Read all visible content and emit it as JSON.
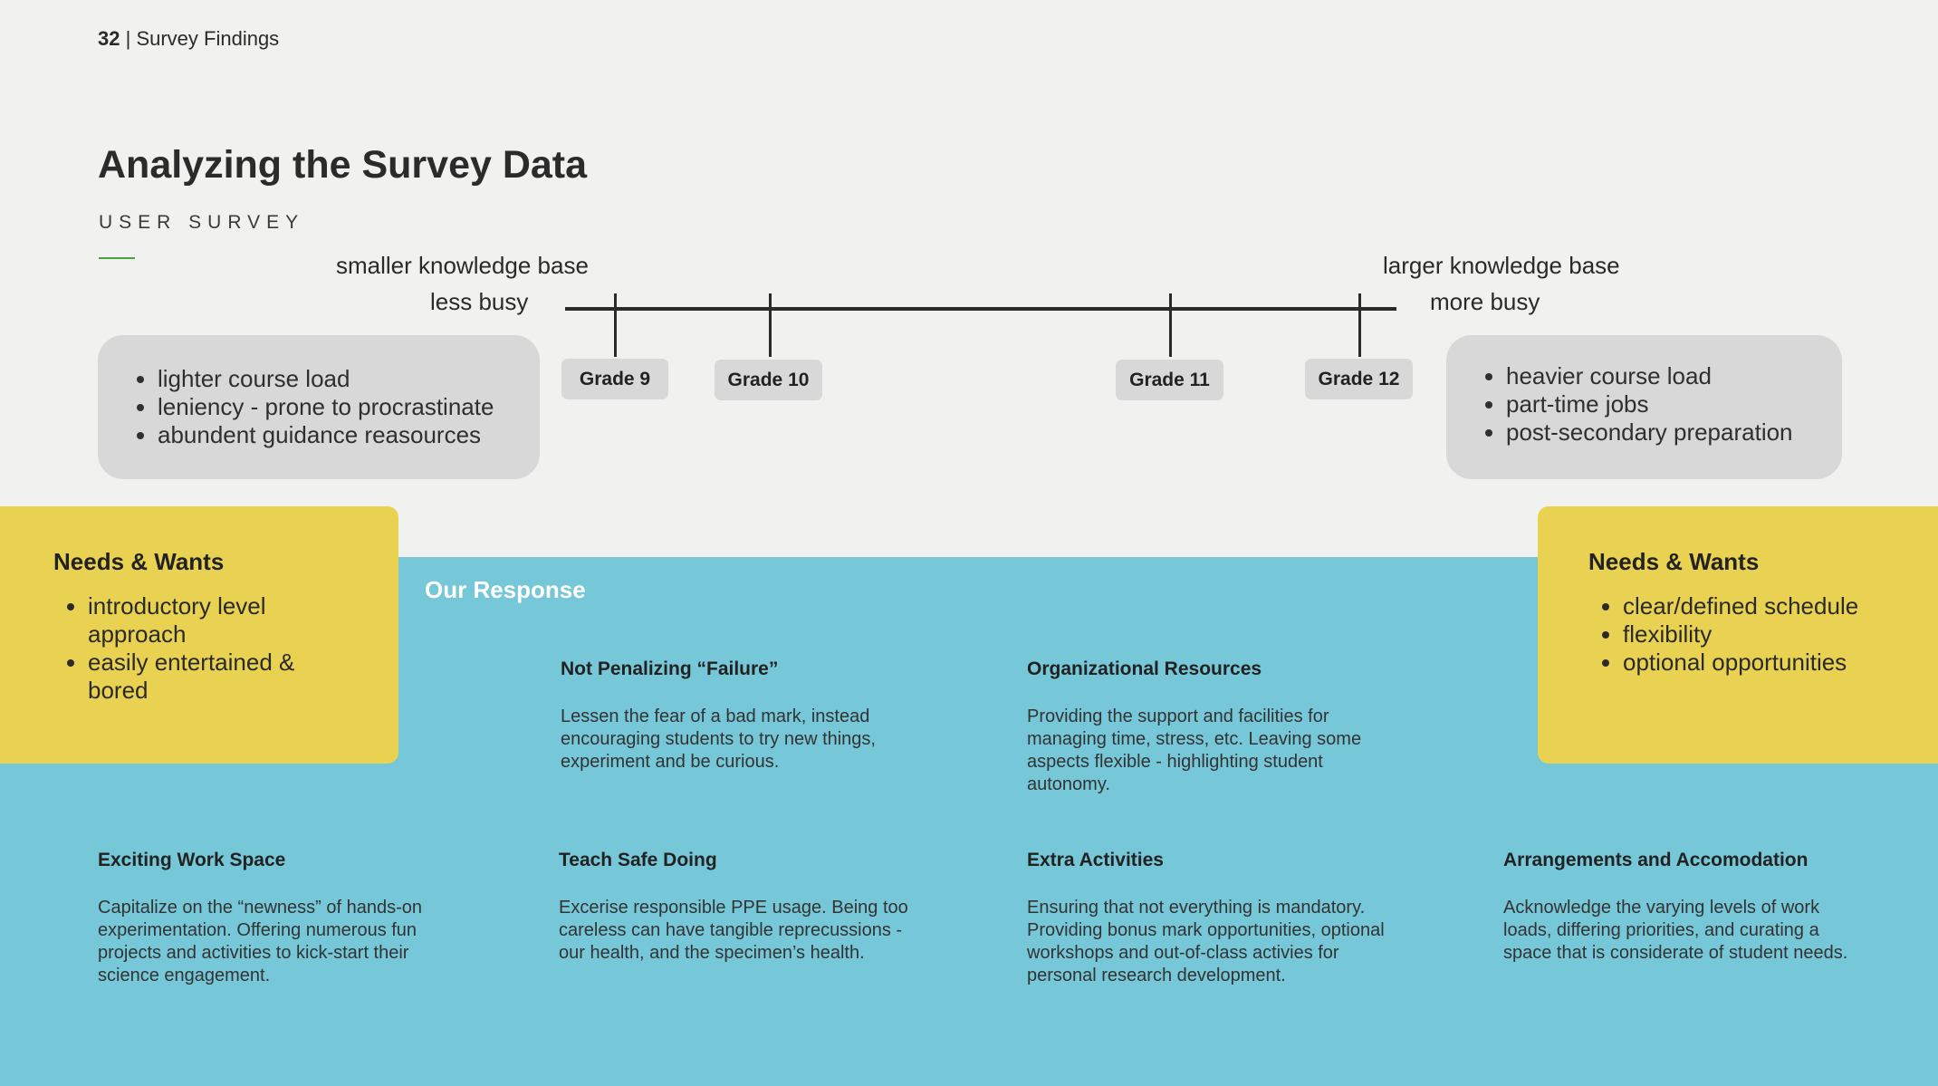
{
  "header": {
    "page_number": "32",
    "separator": " | ",
    "section": "Survey Findings"
  },
  "title": "Analyzing the Survey Data",
  "subtitle": "USER SURVEY",
  "timeline": {
    "left_label_1": "smaller knowledge base",
    "left_label_2": "less busy",
    "right_label_1": "larger knowledge base",
    "right_label_2": "more busy",
    "grades": [
      "Grade 9",
      "Grade 10",
      "Grade 11",
      "Grade 12"
    ]
  },
  "left_notes": [
    "lighter course load",
    "leniency - prone to procrastinate",
    "abundent guidance reasources"
  ],
  "right_notes": [
    "heavier course load",
    "part-time jobs",
    "post-secondary preparation"
  ],
  "needs_left": {
    "heading": "Needs & Wants",
    "items": [
      "introductory level approach",
      "easily entertained & bored"
    ]
  },
  "needs_right": {
    "heading": "Needs & Wants",
    "items": [
      "clear/defined schedule",
      "flexibility",
      "optional opportunities"
    ]
  },
  "response": {
    "title": "Our Response",
    "cards": [
      {
        "heading": "Not Penalizing “Failure”",
        "body": "Lessen the fear of a bad mark, instead encouraging students to try new things, experiment and be curious."
      },
      {
        "heading": "Organizational Resources",
        "body": "Providing the support and facilities for managing time, stress, etc. Leaving some aspects flexible - highlighting student autonomy."
      },
      {
        "heading": "Exciting Work Space",
        "body": "Capitalize on the “newness” of hands-on experimentation. Offering numerous fun projects and activities to kick-start their science engagement."
      },
      {
        "heading": "Teach Safe Doing",
        "body": "Excerise responsible PPE usage. Being too careless can have tangible reprecussions - our health, and the specimen’s health."
      },
      {
        "heading": "Extra Activities",
        "body": "Ensuring that not everything is mandatory. Providing bonus mark opportunities, optional workshops and out-of-class activies for personal research development."
      },
      {
        "heading": "Arrangements and Accomodation",
        "body": "Acknowledge the varying levels of work loads, differing priorities, and curating a space that is considerate of student needs."
      }
    ]
  },
  "colors": {
    "yellow": "#e9d252",
    "blue": "#76c7d8",
    "accent_green": "#4aa33c",
    "gray_box": "#d8d8d8"
  }
}
